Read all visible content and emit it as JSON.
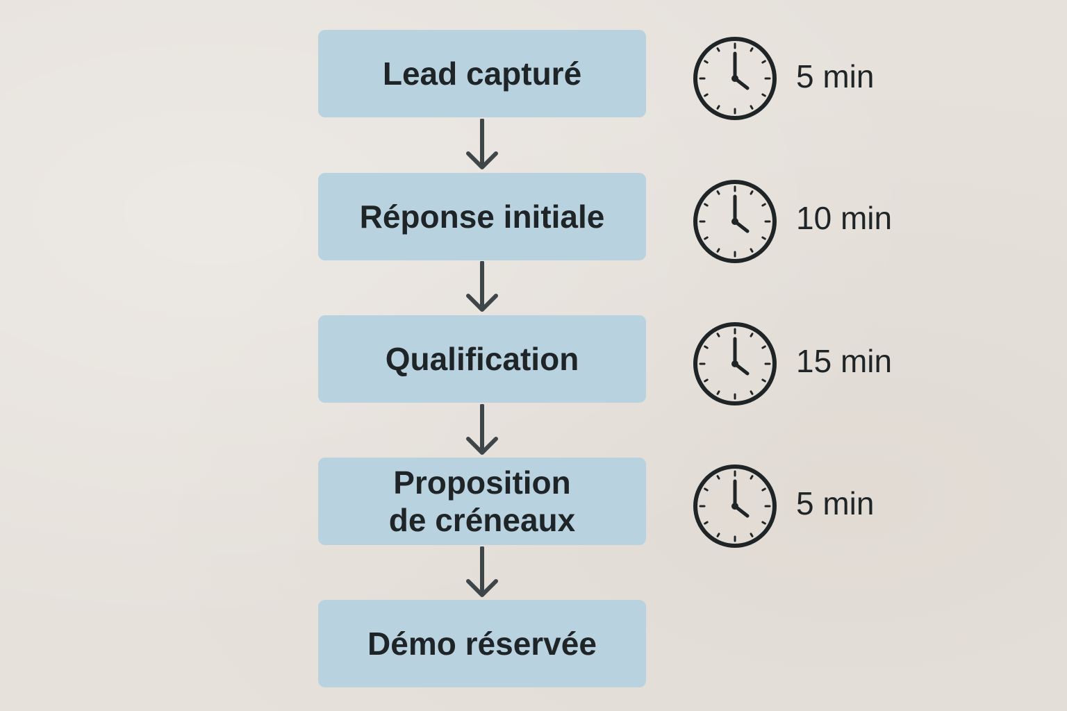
{
  "steps": [
    {
      "label_lines": [
        "Lead capturé"
      ],
      "duration": "5 min"
    },
    {
      "label_lines": [
        "Réponse initiale"
      ],
      "duration": "10 min"
    },
    {
      "label_lines": [
        "Qualification"
      ],
      "duration": "15 min"
    },
    {
      "label_lines": [
        "Proposition",
        "de créneaux"
      ],
      "duration": "5 min"
    },
    {
      "label_lines": [
        "Démo réservée"
      ]
    }
  ],
  "icons": {
    "step_duration": "clock-icon",
    "connector": "arrow-down-icon"
  },
  "colors": {
    "background": "#e6e1db",
    "step_fill": "#b8d2e0",
    "text": "#1f2427",
    "arrow": "#3e4649",
    "clock": "#1f2427"
  }
}
